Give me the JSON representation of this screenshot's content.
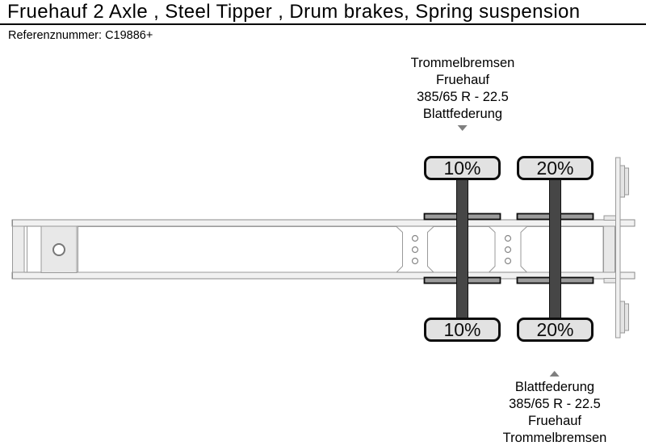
{
  "header": {
    "title": "Fruehauf 2 Axle , Steel Tipper , Drum brakes, Spring suspension",
    "reference": "Referenznummer: C19886+"
  },
  "annotations": {
    "front": {
      "lines": [
        "Trommelbremsen",
        "Fruehauf",
        "385/65 R - 22.5",
        "Blattfederung"
      ],
      "pointer_icon": "triangle-down"
    },
    "rear": {
      "lines": [
        "Blattfederung",
        "385/65 R - 22.5",
        "Fruehauf",
        "Trommelbremsen"
      ],
      "pointer_icon": "triangle-up"
    }
  },
  "wheels": [
    {
      "axle": 1,
      "side": "left",
      "label": "10%"
    },
    {
      "axle": 2,
      "side": "left",
      "label": "20%"
    },
    {
      "axle": 1,
      "side": "right",
      "label": "10%"
    },
    {
      "axle": 2,
      "side": "right",
      "label": "20%"
    }
  ],
  "colors": {
    "axle": "#464646",
    "spring": "#9c9c9c",
    "tire_fill": "#e2e2e2",
    "tire_border": "#0d0d0d",
    "chassis_fill": "#f1f1f1",
    "chassis_stroke": "#8a8a8a",
    "pointer": "#7f7f7f"
  }
}
